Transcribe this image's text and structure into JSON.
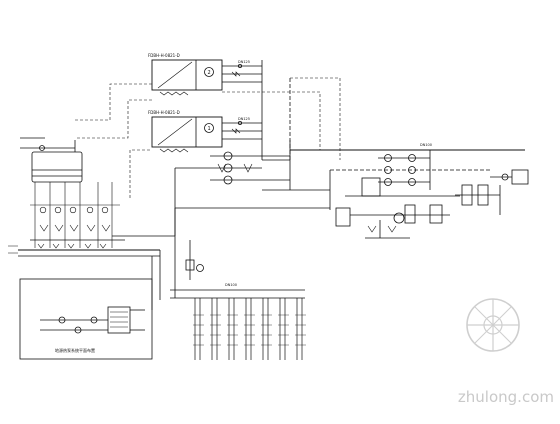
{
  "units": {
    "unit_a": {
      "label": "FDBH-H-0821-D"
    },
    "unit_b": {
      "label": "FDBH-H-0821-D"
    }
  },
  "unit_markers": [
    "2",
    "1"
  ],
  "bottom_plant": {
    "label": "地源热泵系统平面布置"
  },
  "branch_labels": [
    "DN125",
    "DN125",
    "DN100",
    "DN100"
  ],
  "watermark": {
    "text": "zhulong.com",
    "logo": "zhulong-logo"
  }
}
